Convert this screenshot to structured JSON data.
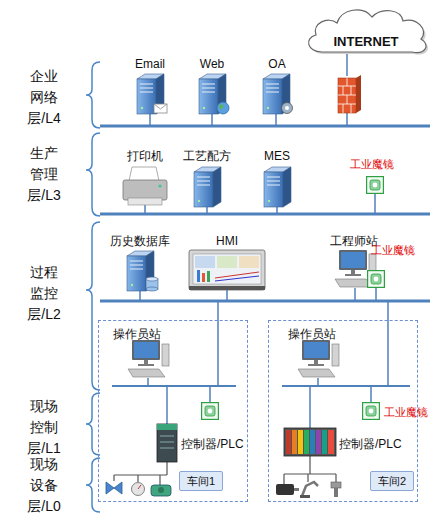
{
  "diagram": {
    "nodes": [
      {
        "text": [
          "INTERNET"
        ]
      },
      {
        "text": [
          "操作员站",
          "控制器/PLC"
        ]
      },
      {
        "text": [
          "车间1"
        ],
        "in": 1
      },
      {
        "text": [
          "操作员站",
          "工业魔镜",
          "控制器/PLC"
        ]
      },
      {
        "text": [
          "车间2"
        ],
        "in": 3
      }
    ],
    "labels": [
      "企业 网络 层/L4",
      "Email",
      "Web",
      "OA",
      "生产 管理 层/L3",
      "打印机",
      "工艺配方",
      "MES",
      "工业魔镜",
      "历史数据库",
      "HMI",
      "工程师站",
      "工业魔镜",
      "过程 监控 层/L2",
      "现场 控制 层/L1",
      "现场 设备 层/L0"
    ]
  }
}
